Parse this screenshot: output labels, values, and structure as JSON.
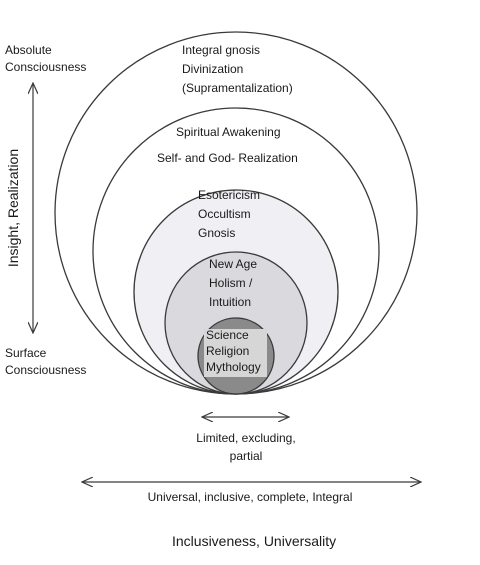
{
  "left_axis": {
    "top_label": [
      "Absolute",
      "Consciousness"
    ],
    "bottom_label": [
      "Surface",
      "Consciousness"
    ],
    "vertical_label": "Insight, Realization"
  },
  "circles": [
    {
      "level": 1,
      "lines": [
        "Integral gnosis",
        "Divinization",
        "(Supramentalization)"
      ],
      "fill": "#ffffff"
    },
    {
      "level": 2,
      "lines": [
        "Spiritual Awakening",
        "Self- and God- Realization"
      ],
      "fill": "#ffffff"
    },
    {
      "level": 3,
      "lines": [
        "Esotericism",
        "Occultism",
        "Gnosis"
      ],
      "fill": "#f0eff4"
    },
    {
      "level": 4,
      "lines": [
        "New Age",
        "Holism /",
        "Intuition"
      ],
      "fill": "#d9d9de"
    },
    {
      "level": 5,
      "lines": [
        "Science",
        "Religion",
        "Mythology"
      ],
      "fill": "#8a8a8a",
      "box_fill": "#d6d6d6"
    }
  ],
  "small_arrow_label": [
    "Limited, excluding,",
    "partial"
  ],
  "wide_arrow_label": "Universal, inclusive, complete, Integral",
  "bottom_title": "Inclusiveness, Universality",
  "colors": {
    "stroke": "#3a3a3a",
    "text": "#1a1a1a"
  }
}
